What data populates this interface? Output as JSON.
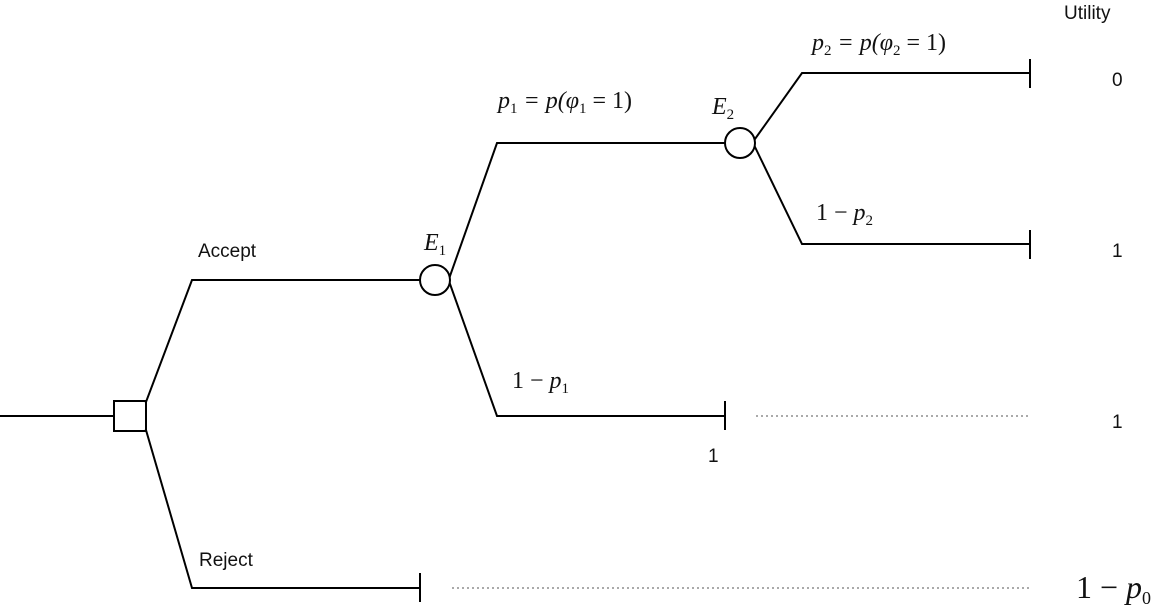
{
  "header": {
    "utility_label": "Utility"
  },
  "decision": {
    "accept_label": "Accept",
    "reject_label": "Reject"
  },
  "chance_e1": {
    "name_base": "E",
    "name_sub": "1",
    "upper_prob": {
      "p": "p",
      "sub": "1",
      "mid": " = p(",
      "phi": "φ",
      "phi_sub": "1",
      "tail": " = 1)"
    },
    "lower_prob": {
      "text": "1 − ",
      "p": "p",
      "sub": "1"
    },
    "terminal_label": "1"
  },
  "chance_e2": {
    "name_base": "E",
    "name_sub": "2",
    "upper_prob": {
      "p": "p",
      "sub": "2",
      "mid": " = p(",
      "phi": "φ",
      "phi_sub": "2",
      "tail": " = 1)"
    },
    "lower_prob": {
      "text": "1 − ",
      "p": "p",
      "sub": "2"
    }
  },
  "utilities": {
    "upper_leaf": "0",
    "middle_leaf": "1",
    "reject_outcome_leaf": "1",
    "reject_leaf": {
      "text": "1 − ",
      "p": "p",
      "sub": "0"
    }
  }
}
